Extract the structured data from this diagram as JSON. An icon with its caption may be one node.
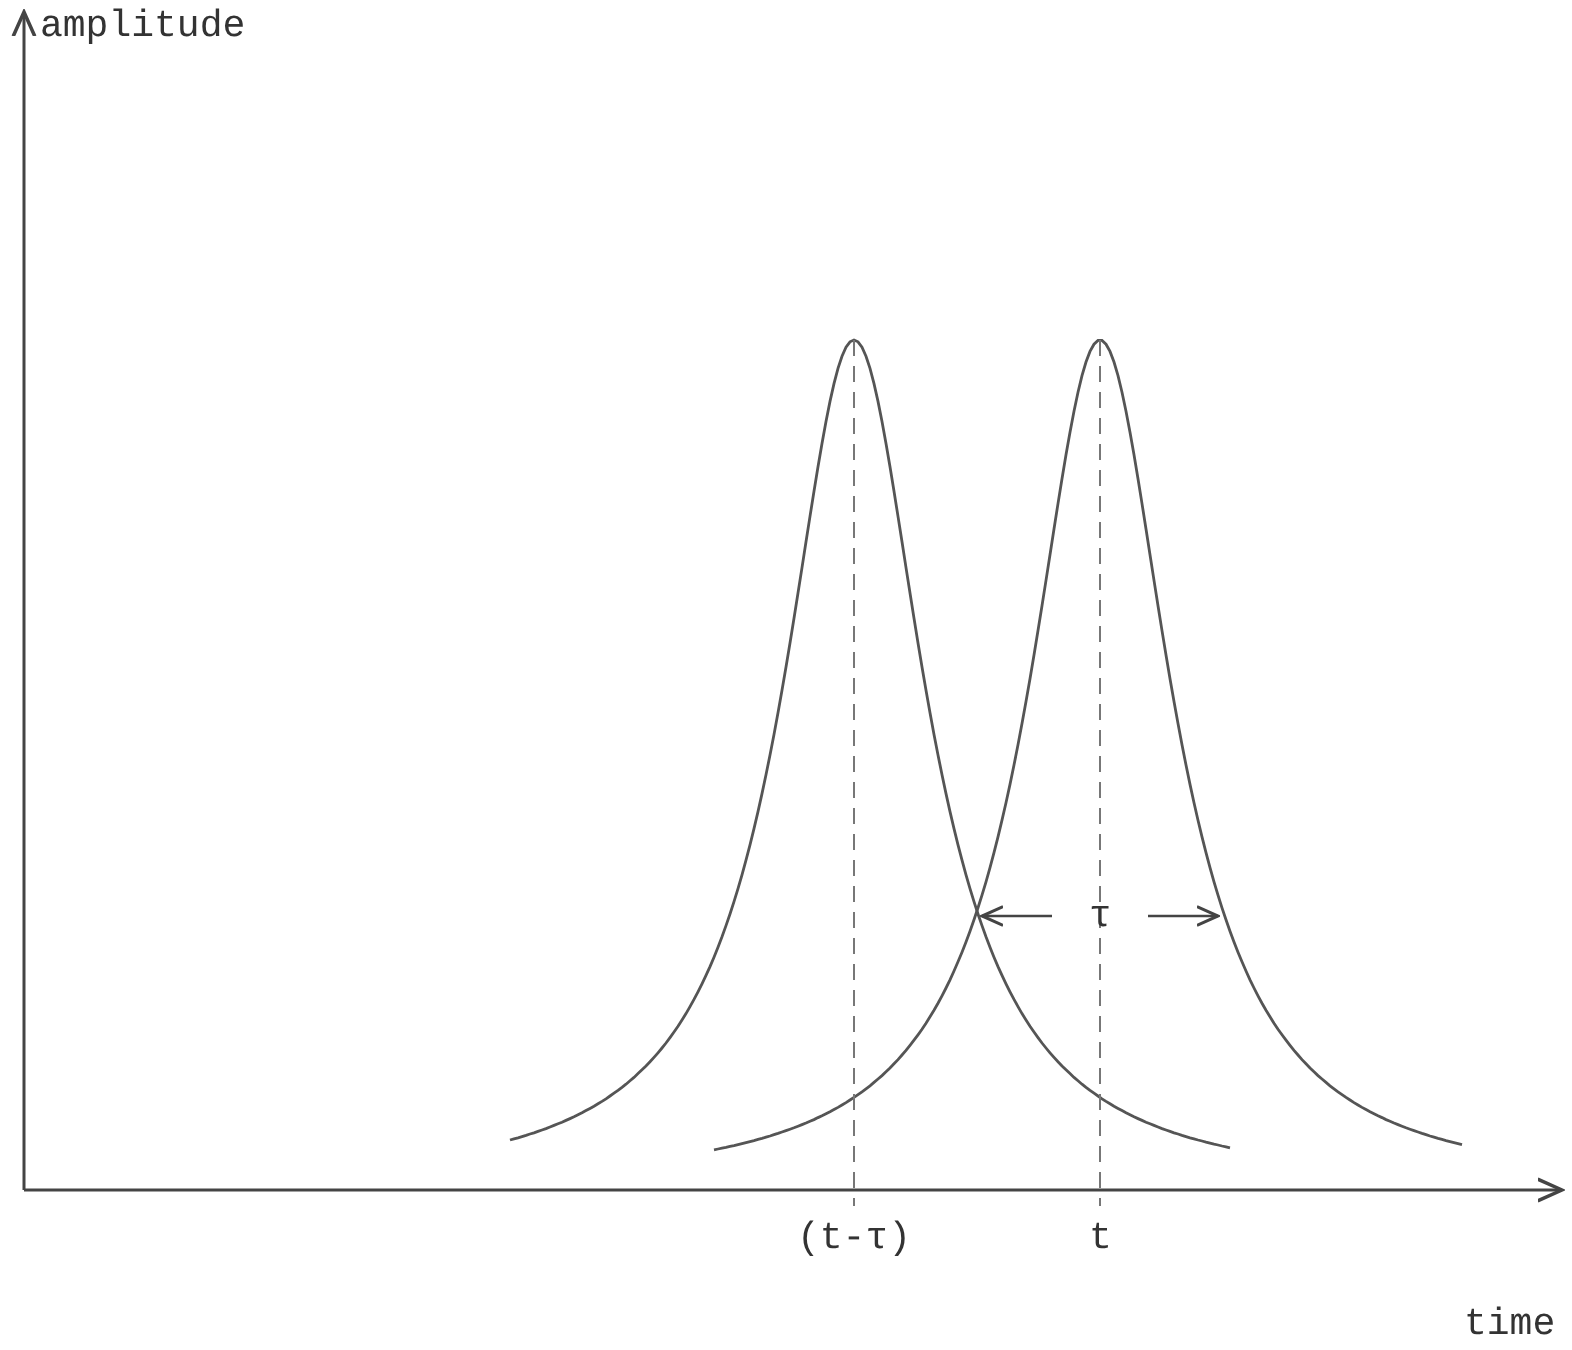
{
  "diagram": {
    "labels": [
      "amplitude",
      "τ",
      "(t-τ)",
      "t",
      "time"
    ]
  }
}
